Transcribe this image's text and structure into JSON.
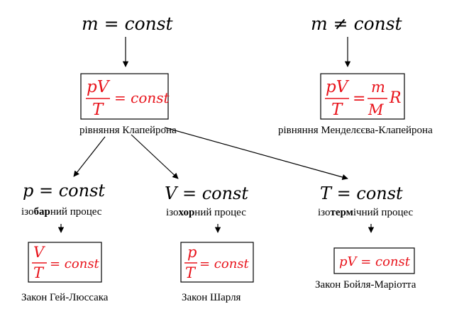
{
  "top": {
    "left_condition": {
      "lhs": "m",
      "op": "=",
      "rhs": "const"
    },
    "right_condition": {
      "lhs": "m",
      "op": "≠",
      "rhs": "const"
    }
  },
  "clapeyron": {
    "numerator": "pV",
    "denominator": "T",
    "rhs": "= const",
    "label": "рівняння Клапейрона"
  },
  "mendeleev": {
    "numerator": "pV",
    "denominator": "T",
    "eq": "=",
    "rhs_numerator": "m",
    "rhs_denominator": "M",
    "rhs_tail": "R",
    "label": "рівняння Менделєєва-Клапейрона"
  },
  "processes": [
    {
      "condition": "p = const",
      "name_prefix": "ізо",
      "name_bold": "бар",
      "name_suffix": "ний процес",
      "formula": {
        "numerator": "V",
        "denominator": "T",
        "rhs": "= const"
      },
      "law": "Закон Гей-Люссака"
    },
    {
      "condition": "V = const",
      "name_prefix": "ізо",
      "name_bold": "хор",
      "name_suffix": "ний процес",
      "formula": {
        "numerator": "p",
        "denominator": "T",
        "rhs": "= const"
      },
      "law": "Закон Шарля"
    },
    {
      "condition": "T = const",
      "name_prefix": "ізо",
      "name_bold": "терм",
      "name_suffix": "ічний процес",
      "formula": {
        "inline": "pV = const"
      },
      "law": "Закон Бойля-Маріотта"
    }
  ],
  "colors": {
    "formula": "#e8131b",
    "text": "#000000"
  }
}
